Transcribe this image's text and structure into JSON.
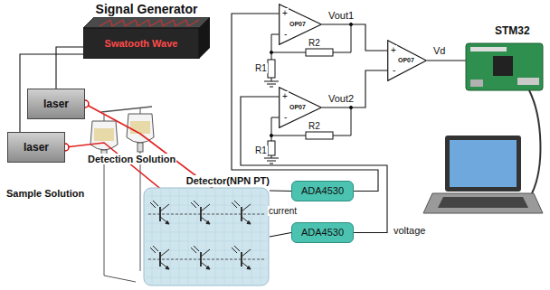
{
  "diagram": {
    "nodes": [
      {
        "text": [
          "Signal Generator",
          "Swatooth Wave"
        ]
      },
      {
        "text": [
          "OP07"
        ]
      },
      {
        "text": [
          "OP07"
        ]
      },
      {
        "text": [
          "OP07"
        ]
      },
      {
        "text": [
          "laser"
        ]
      },
      {
        "text": [
          "laser"
        ]
      },
      {
        "text": [
          "Detector(NPN PT)"
        ]
      },
      {
        "text": [
          "ADA4530"
        ]
      },
      {
        "text": [
          "ADA4530"
        ]
      }
    ],
    "edges": [
      {
        "from": 0,
        "to": 4,
        "arrow": "none"
      },
      {
        "from": 0,
        "to": 5,
        "arrow": "none"
      },
      {
        "from": 6,
        "to": 7,
        "arrow": "none"
      },
      {
        "from": 6,
        "to": 8,
        "arrow": "none"
      },
      {
        "from": 7,
        "to": 1,
        "arrow": "none"
      },
      {
        "from": 8,
        "to": 3,
        "arrow": "none"
      },
      {
        "from": 1,
        "to": 2,
        "arrow": "none"
      },
      {
        "from": 3,
        "to": 2,
        "arrow": "none"
      }
    ],
    "labels": [
      "Detection Solution",
      "Sample Solution",
      "current",
      "voltage",
      "+",
      "-",
      "+",
      "-",
      "+",
      "-",
      "R1",
      "R2",
      "R1",
      "R2",
      "Vout1",
      "Vout2",
      "Vd",
      "STM32"
    ]
  }
}
